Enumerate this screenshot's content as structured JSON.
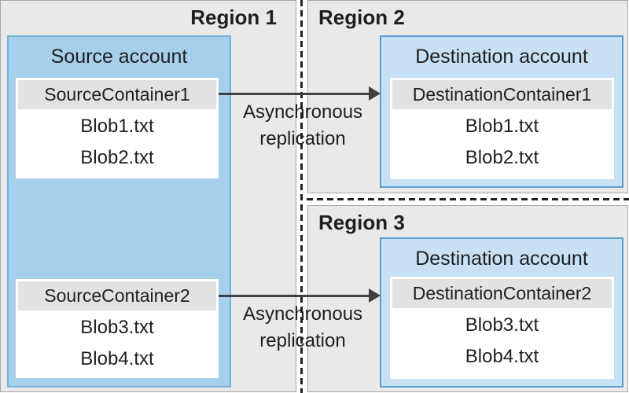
{
  "regions": [
    {
      "label": "Region 1"
    },
    {
      "label": "Region 2"
    },
    {
      "label": "Region 3"
    }
  ],
  "source_account": {
    "title": "Source account",
    "containers": [
      {
        "name": "SourceContainer1",
        "blobs": [
          "Blob1.txt",
          "Blob2.txt"
        ]
      },
      {
        "name": "SourceContainer2",
        "blobs": [
          "Blob3.txt",
          "Blob4.txt"
        ]
      }
    ]
  },
  "destination_accounts": [
    {
      "region": "Region 2",
      "title": "Destination account",
      "container": {
        "name": "DestinationContainer1",
        "blobs": [
          "Blob1.txt",
          "Blob2.txt"
        ]
      }
    },
    {
      "region": "Region 3",
      "title": "Destination account",
      "container": {
        "name": "DestinationContainer2",
        "blobs": [
          "Blob3.txt",
          "Blob4.txt"
        ]
      }
    }
  ],
  "arrows": [
    {
      "label": "Asynchronous replication"
    },
    {
      "label": "Asynchronous replication"
    }
  ],
  "colors": {
    "region_fill": "#e9e9e9",
    "region_border": "#a8a8a8",
    "source_account_fill": "#a6cfeb",
    "source_account_border": "#76b1d9",
    "destination_account_fill": "#c7e0f4",
    "destination_account_border": "#5d9ed2",
    "container_header_fill": "#e2e2e2",
    "container_body_fill": "#ffffff",
    "arrow_color": "#3f3f3f",
    "dashed_line_color": "#222222",
    "text_color": "#1f1f1f"
  }
}
